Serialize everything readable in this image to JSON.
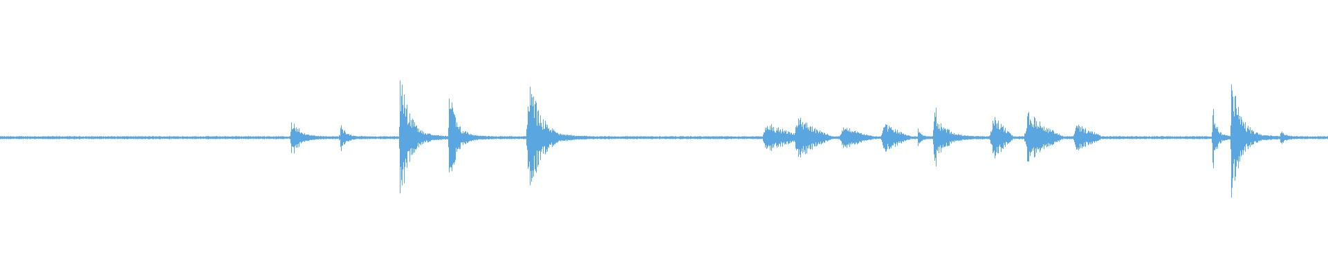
{
  "waveform": {
    "color": "#5aa6e0",
    "background": "#ffffff",
    "timeline_seconds": 100,
    "baseline_amplitude": 0.012,
    "events": [
      {
        "t": 21.9,
        "amp": 0.19,
        "decay": 1.5,
        "shape": "cluster"
      },
      {
        "t": 25.6,
        "amp": 0.13,
        "decay": 1.0,
        "shape": "hit"
      },
      {
        "t": 30.1,
        "amp": 0.55,
        "decay": 2.0,
        "shape": "hit"
      },
      {
        "t": 33.8,
        "amp": 0.38,
        "decay": 1.6,
        "shape": "hit"
      },
      {
        "t": 39.7,
        "amp": 0.58,
        "decay": 2.4,
        "shape": "hit"
      },
      {
        "t": 57.7,
        "amp": 0.12,
        "decay": 2.8,
        "shape": "sustain"
      },
      {
        "t": 60.1,
        "amp": 0.16,
        "decay": 2.5,
        "shape": "sustain"
      },
      {
        "t": 63.5,
        "amp": 0.09,
        "decay": 2.2,
        "shape": "sustain"
      },
      {
        "t": 66.6,
        "amp": 0.11,
        "decay": 1.9,
        "shape": "sustain"
      },
      {
        "t": 69.1,
        "amp": 0.07,
        "decay": 0.6,
        "shape": "hit"
      },
      {
        "t": 70.3,
        "amp": 0.27,
        "decay": 2.0,
        "shape": "hit"
      },
      {
        "t": 74.8,
        "amp": 0.17,
        "decay": 1.4,
        "shape": "sustain"
      },
      {
        "t": 77.4,
        "amp": 0.2,
        "decay": 2.6,
        "shape": "sustain"
      },
      {
        "t": 81.1,
        "amp": 0.11,
        "decay": 1.8,
        "shape": "sustain"
      },
      {
        "t": 91.3,
        "amp": 0.27,
        "decay": 0.9,
        "shape": "hit"
      },
      {
        "t": 92.7,
        "amp": 0.48,
        "decay": 2.1,
        "shape": "hit"
      },
      {
        "t": 96.4,
        "amp": 0.06,
        "decay": 0.8,
        "shape": "hit"
      }
    ]
  }
}
